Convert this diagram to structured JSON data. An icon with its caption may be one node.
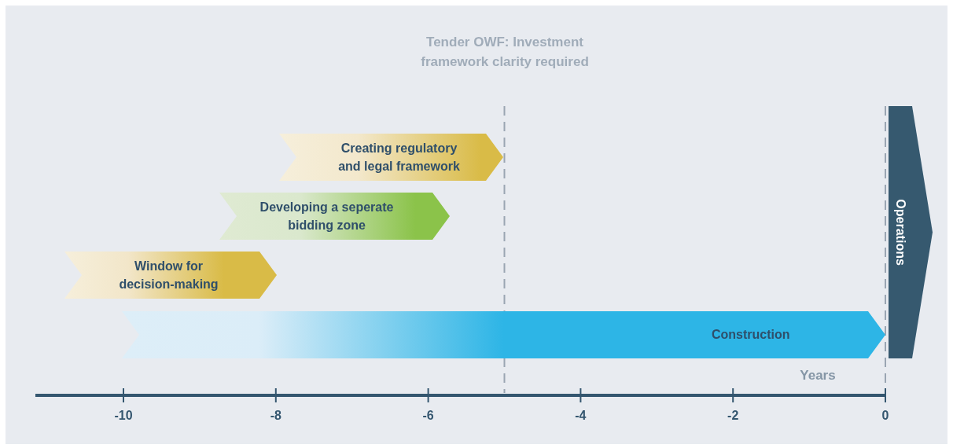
{
  "diagram": {
    "nodes": [
      {
        "text": [
          "Creating regulatory and legal framework"
        ]
      },
      {
        "text": [
          "Developing a seperate bidding zone"
        ]
      },
      {
        "text": [
          "Window for decision-making"
        ]
      },
      {
        "text": [
          "Construction"
        ]
      },
      {
        "text": [
          "Operations"
        ]
      }
    ],
    "labels": [
      "Tender OWF: Investment framework clarity required",
      "Years",
      "-10",
      "-8",
      "-6",
      "-4",
      "-2",
      "0"
    ]
  }
}
